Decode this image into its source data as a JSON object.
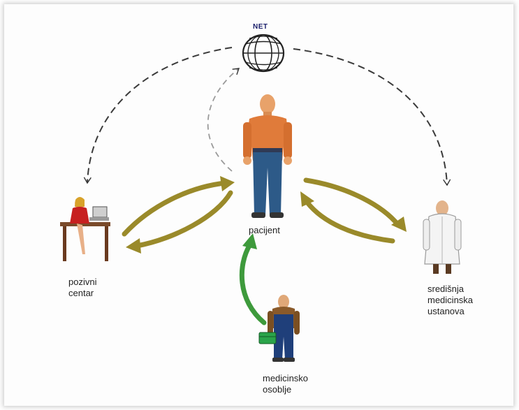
{
  "net": {
    "label": "NET"
  },
  "nodes": {
    "patient": {
      "label": "pacijent"
    },
    "call_center": {
      "line1": "pozivni",
      "line2": "centar"
    },
    "institution": {
      "line1": "središnja",
      "line2": "medicinska",
      "line3": "ustanova"
    },
    "staff": {
      "line1": "medicinsko",
      "line2": "osoblje"
    }
  },
  "colors": {
    "dashed_arrow": "#333333",
    "olive_arrow": "#9a8a2a",
    "green_arrow": "#3e9a3c"
  },
  "icons": [
    "globe-icon",
    "man-standing-icon",
    "woman-at-desk-icon",
    "doctor-coat-icon",
    "worker-with-case-icon"
  ]
}
